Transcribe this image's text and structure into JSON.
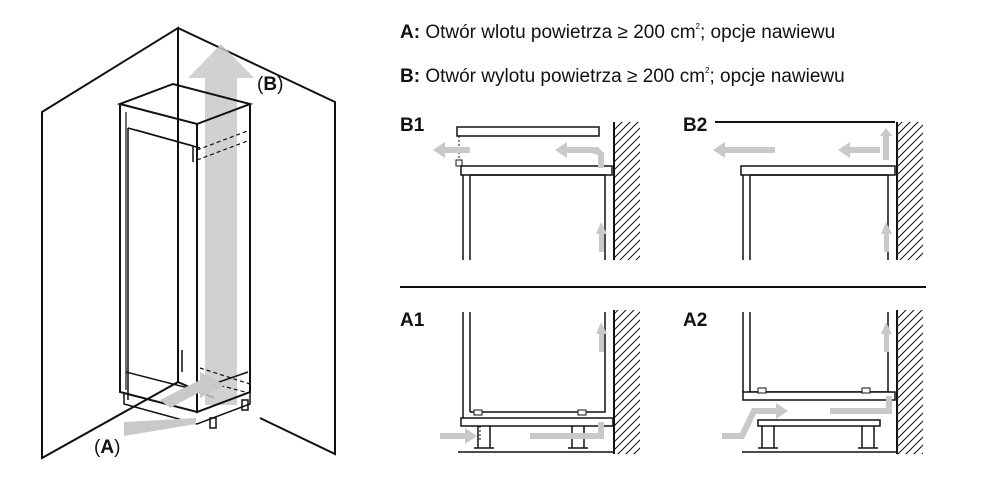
{
  "legend": {
    "a": {
      "key": "A:",
      "text_before": " Otwór wlotu powietrza ≥ 200 cm",
      "sup": "2",
      "text_after": "; opcje nawiewu"
    },
    "b": {
      "key": "B:",
      "text_before": " Otwór wylotu powietrza ≥ 200 cm",
      "sup": "2",
      "text_after": "; opcje nawiewu"
    }
  },
  "cabinet_labels": {
    "top": {
      "open": "(",
      "key": "B",
      "close": ")"
    },
    "bottom": {
      "open": "(",
      "key": "A",
      "close": ")"
    }
  },
  "panels": {
    "b1": "B1",
    "b2": "B2",
    "a1": "A1",
    "a2": "A2"
  },
  "colors": {
    "line": "#111111",
    "arrow": "#c9c9c9",
    "wall_fill": "#ffffff"
  }
}
